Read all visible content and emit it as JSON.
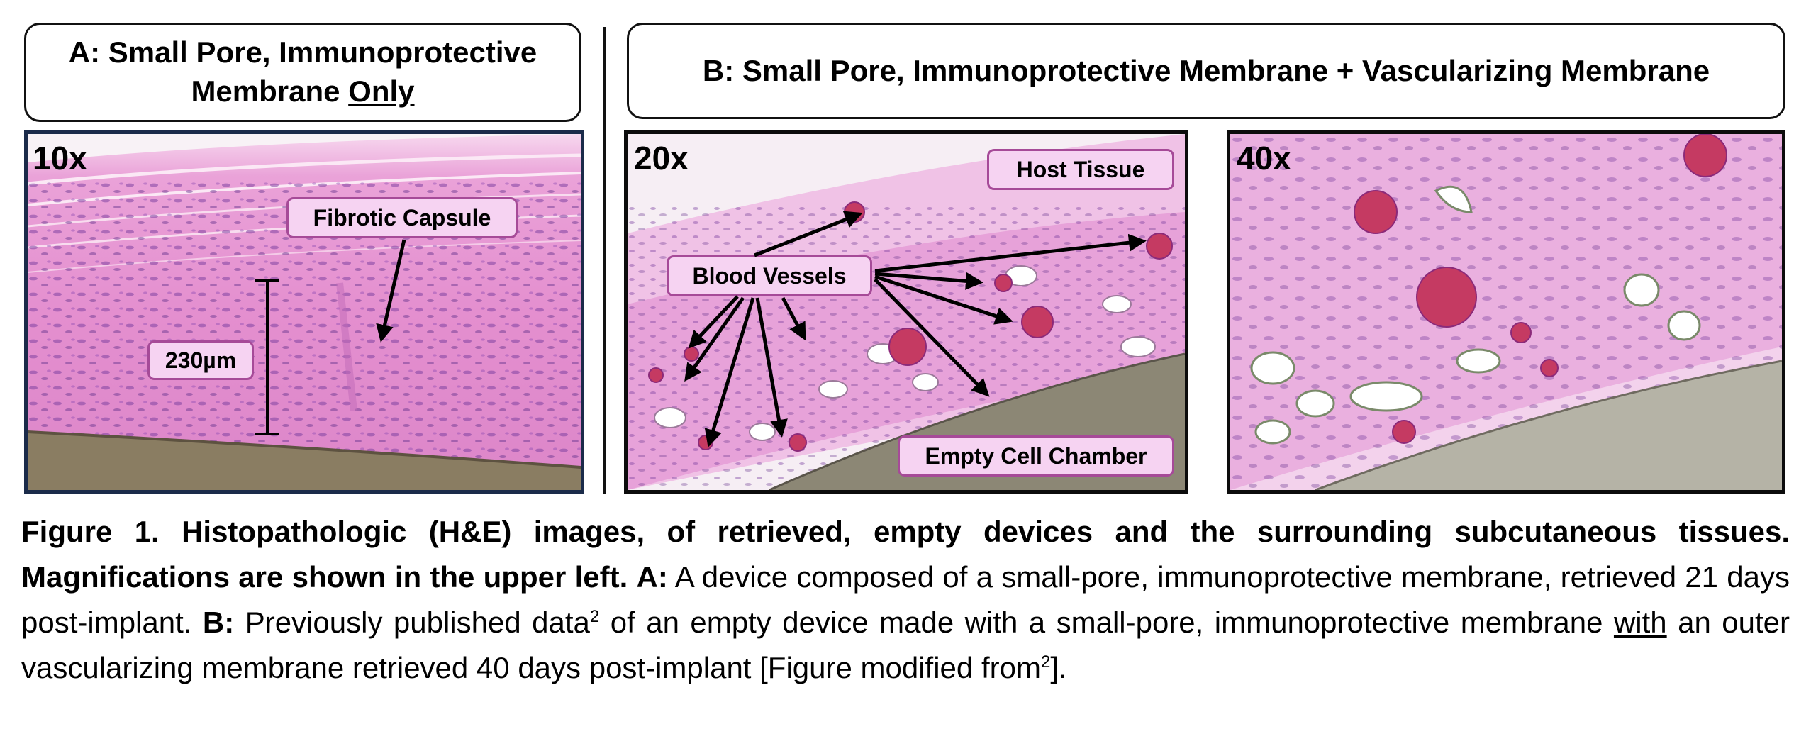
{
  "panel_a": {
    "header_line1": "A: Small Pore, Immunoprotective",
    "header_line2_prefix": "Membrane ",
    "header_line2_underlined": "Only",
    "magnification": "10x",
    "labels": {
      "fibrotic_capsule": "Fibrotic Capsule",
      "scale": "230µm"
    }
  },
  "panel_b": {
    "header": "B: Small Pore, Immunoprotective Membrane + Vascularizing Membrane",
    "left_image": {
      "magnification": "20x",
      "labels": {
        "host_tissue": "Host Tissue",
        "blood_vessels": "Blood Vessels",
        "empty_cell_chamber": "Empty Cell Chamber"
      }
    },
    "right_image": {
      "magnification": "40x"
    }
  },
  "caption": {
    "bold_lead": "Figure 1. Histopathologic (H&E) images, of retrieved, empty devices and the surrounding subcutaneous tissues. Magnifications are shown in the upper left.",
    "a_key": "A:",
    "a_text": "A device composed of a small-pore, immunoprotective membrane, retrieved 21 days post-implant.",
    "b_key": "B:",
    "b_text_1": "Previously published data",
    "ref_1": "2",
    "b_text_2": "of an empty device made with a small-pore, immunoprotective membrane",
    "b_underlined": "with",
    "b_text_3": "an outer vascularizing membrane retrieved 40 days post-implant [Figure modified from",
    "ref_2": "2",
    "b_text_end": "]."
  },
  "colors": {
    "tissue_pink": "#e58fce",
    "tissue_light": "#f0b8e2",
    "nuclei": "#7a3f9e",
    "membrane": "#8a7d62",
    "rbc": "#c53a62",
    "label_fill": "#f6d3f2",
    "label_border": "#a64a98"
  }
}
